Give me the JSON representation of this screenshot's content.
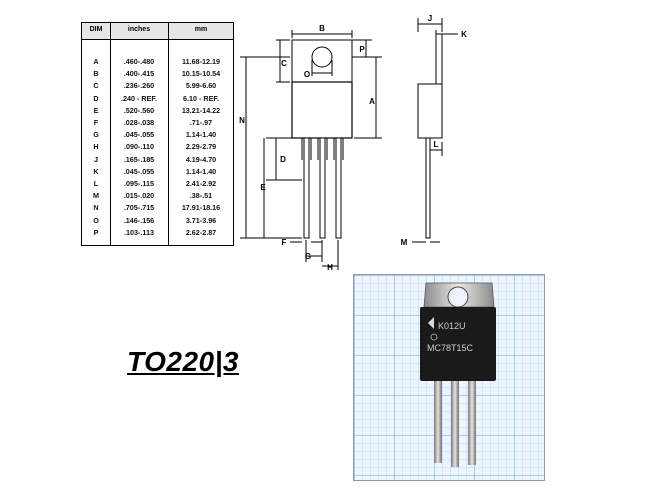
{
  "table": {
    "headers": [
      "DIM",
      "inches",
      "mm"
    ],
    "rows": [
      {
        "dim": "A",
        "inches": ".460-.480",
        "mm": "11.68-12.19"
      },
      {
        "dim": "B",
        "inches": ".400-.415",
        "mm": "10.15-10.54"
      },
      {
        "dim": "C",
        "inches": ".236-.260",
        "mm": "5.99-6.60"
      },
      {
        "dim": "D",
        "inches": ".240 - REF.",
        "mm": "6.10 - REF."
      },
      {
        "dim": "E",
        "inches": ".520-.560",
        "mm": "13.21-14.22"
      },
      {
        "dim": "F",
        "inches": ".028-.038",
        "mm": ".71-.97"
      },
      {
        "dim": "G",
        "inches": ".045-.055",
        "mm": "1.14-1.40"
      },
      {
        "dim": "H",
        "inches": ".090-.110",
        "mm": "2.29-2.79"
      },
      {
        "dim": "J",
        "inches": ".165-.185",
        "mm": "4.19-4.70"
      },
      {
        "dim": "K",
        "inches": ".045-.055",
        "mm": "1.14-1.40"
      },
      {
        "dim": "L",
        "inches": ".095-.115",
        "mm": "2.41-2.92"
      },
      {
        "dim": "M",
        "inches": ".015-.020",
        "mm": ".38-.51"
      },
      {
        "dim": "N",
        "inches": ".705-.715",
        "mm": "17.91-18.16"
      },
      {
        "dim": "O",
        "inches": ".146-.156",
        "mm": "3.71-3.96"
      },
      {
        "dim": "P",
        "inches": ".103-.113",
        "mm": "2.62-2.87"
      }
    ]
  },
  "drawing_labels": {
    "b": "B",
    "p": "P",
    "c": "C",
    "o": "O",
    "a": "A",
    "n": "N",
    "d": "D",
    "e": "E",
    "f": "F",
    "g": "G",
    "h": "H",
    "j": "J",
    "k": "K",
    "l": "L",
    "m": "M"
  },
  "title": "TO220|3",
  "photo": {
    "marking_line1": "K012U",
    "marking_line2": "MC78T15C"
  }
}
